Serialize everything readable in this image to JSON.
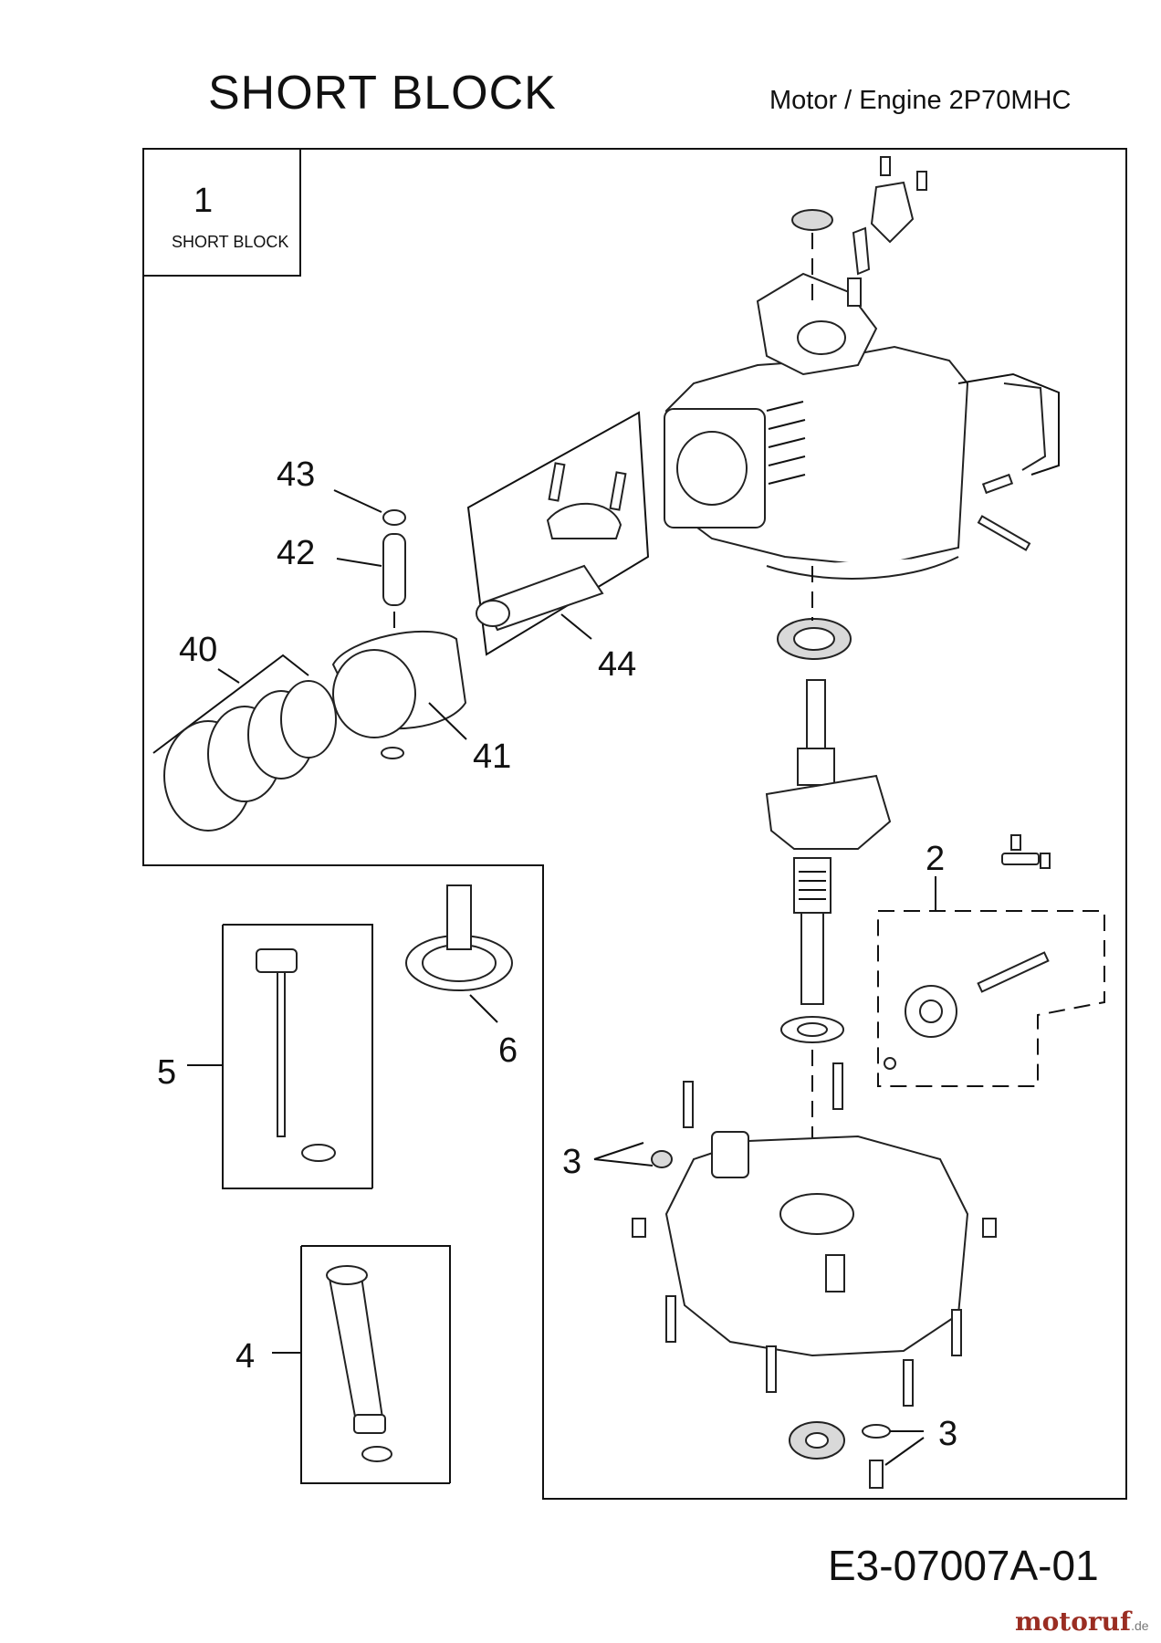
{
  "header": {
    "title": "SHORT BLOCK",
    "engine_label": "Motor / Engine  2P70MHC"
  },
  "legend": {
    "number": "1",
    "caption": "SHORT BLOCK"
  },
  "callouts": {
    "c43": "43",
    "c42": "42",
    "c40": "40",
    "c41": "41",
    "c44": "44",
    "c2": "2",
    "c3a": "3",
    "c3b": "3",
    "c5": "5",
    "c6": "6",
    "c4": "4"
  },
  "footer": {
    "drawing_code": "E3-07007A-01",
    "brand": "motoruf",
    "brand_tld": ".de"
  }
}
